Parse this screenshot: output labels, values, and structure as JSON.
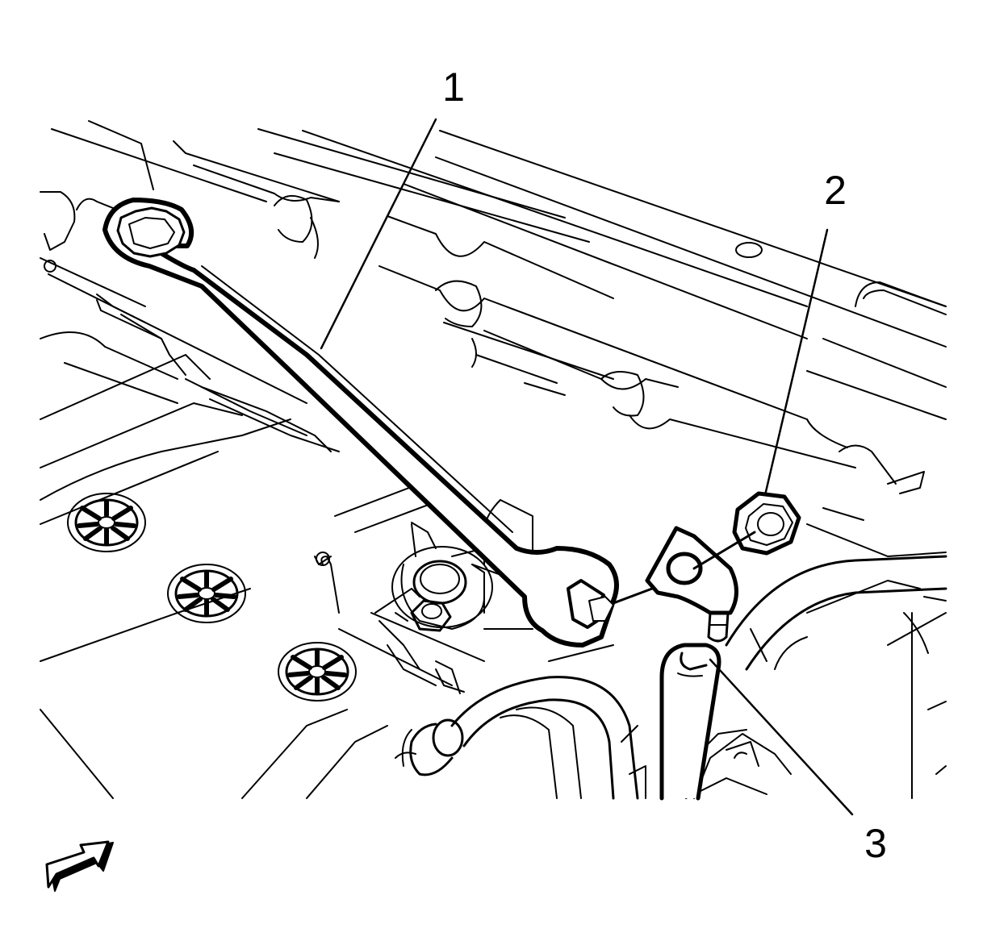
{
  "callouts": [
    {
      "label": "1",
      "part": "wrench"
    },
    {
      "label": "2",
      "part": "nut"
    },
    {
      "label": "3",
      "part": "ground-cable-terminal"
    }
  ],
  "colors": {
    "line": "#000000",
    "background": "#ffffff"
  },
  "icons": [
    "view-direction-arrow-icon"
  ]
}
